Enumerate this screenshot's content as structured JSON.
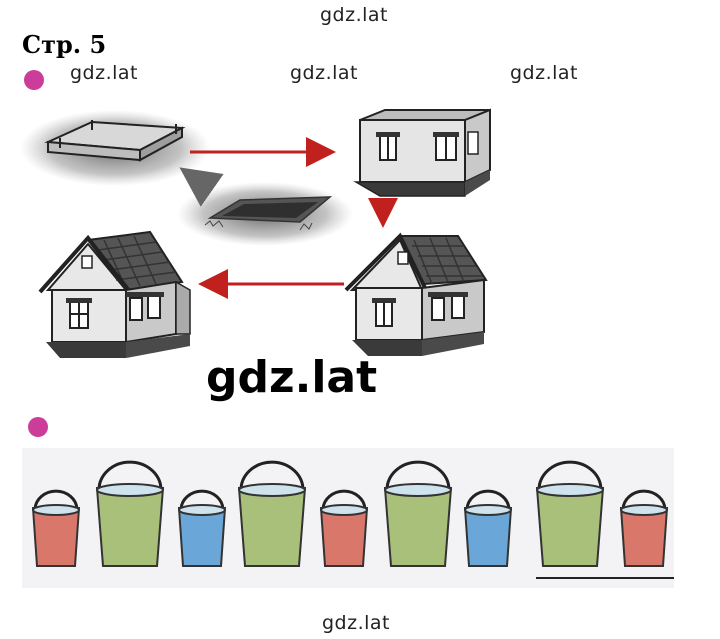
{
  "watermark": "gdz.lat",
  "page_label": "Стр. 5",
  "colors": {
    "bullet": "#cc3d9a",
    "arrow": "#c0201e",
    "bucket_red": "#d9776b",
    "bucket_green": "#a9c07a",
    "bucket_blue": "#6aa6d8"
  },
  "buckets": [
    {
      "color": "red",
      "size": "small"
    },
    {
      "color": "green",
      "size": "large"
    },
    {
      "color": "blue",
      "size": "small"
    },
    {
      "color": "green",
      "size": "large"
    },
    {
      "color": "red",
      "size": "small"
    },
    {
      "color": "green",
      "size": "large"
    },
    {
      "color": "blue",
      "size": "small"
    },
    {
      "color": "green",
      "size": "large"
    },
    {
      "color": "red",
      "size": "small"
    }
  ]
}
